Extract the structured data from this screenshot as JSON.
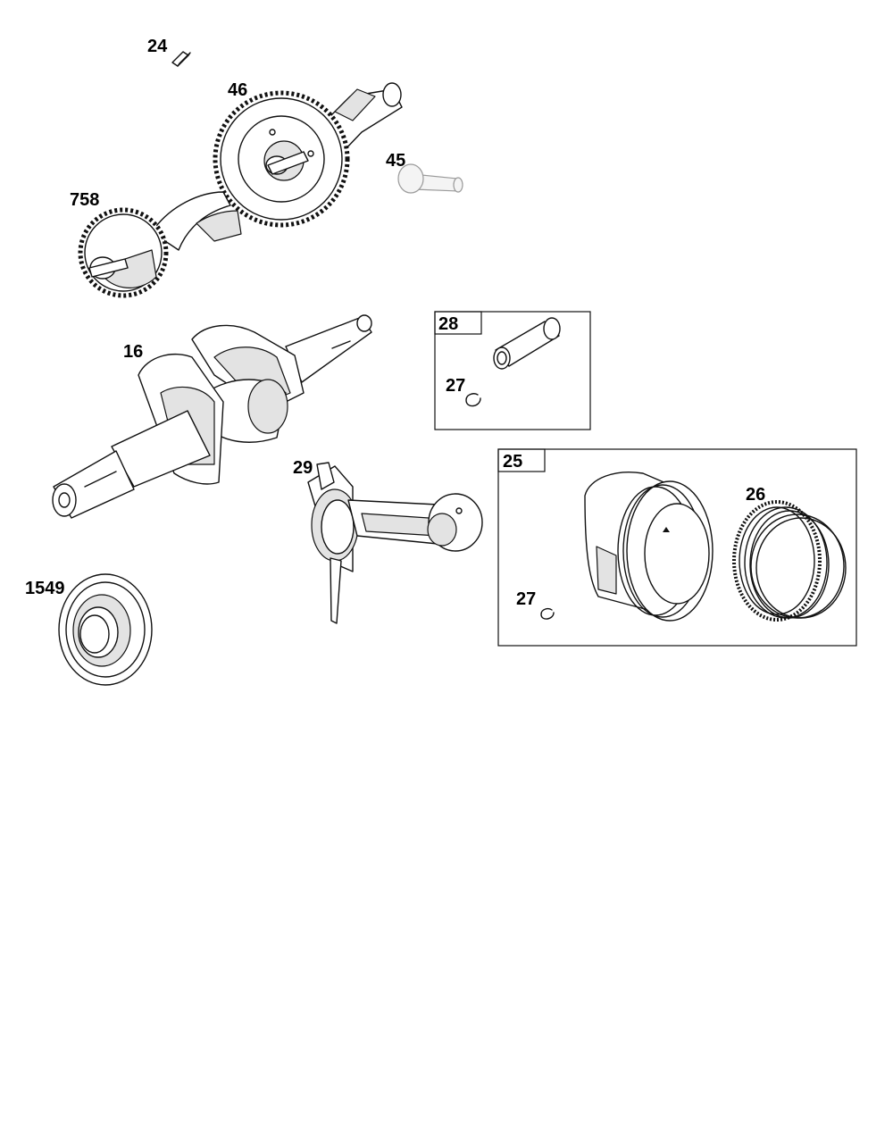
{
  "parts": {
    "key": "24",
    "cam_gear": "46",
    "cam_pin": "45",
    "balancer": "758",
    "crankshaft": "16",
    "bearing": "1549",
    "connecting_rod": "29",
    "pin_kit": "28",
    "retainer_pin_kit": "27",
    "piston_assembly": "25",
    "ring_set": "26",
    "retainer_piston": "27"
  }
}
